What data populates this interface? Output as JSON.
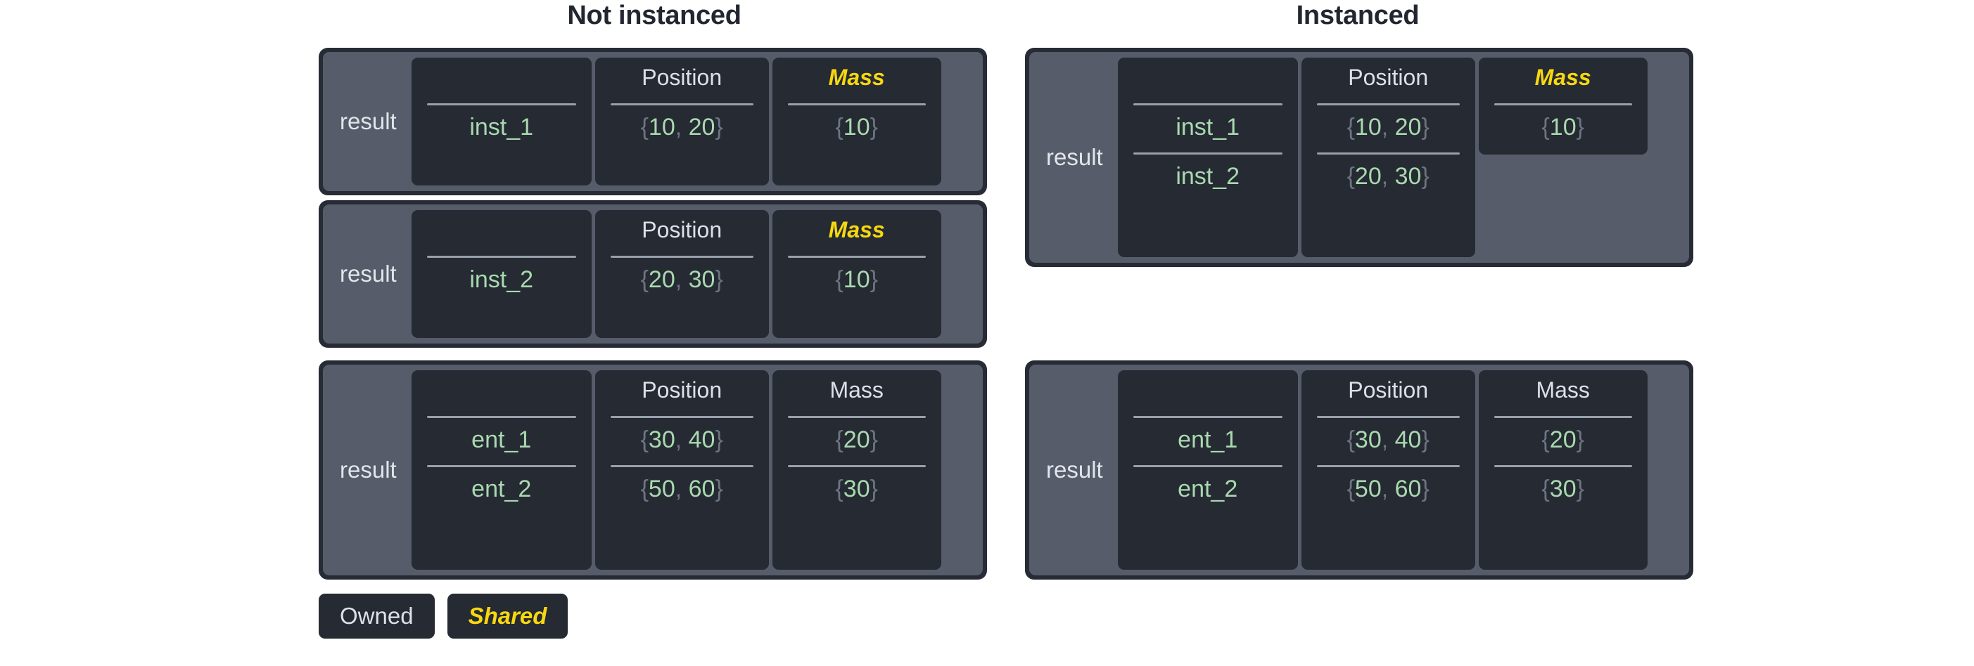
{
  "headings": {
    "left": "Not instanced",
    "right": "Instanced"
  },
  "labels": {
    "result": "result",
    "position": "Position",
    "mass": "Mass"
  },
  "legend": {
    "owned": "Owned",
    "shared": "Shared"
  },
  "colors": {
    "card_border": "#272b36",
    "card_body": "#565c6a",
    "panel": "#252a33",
    "value_green": "#a9d9af",
    "brace_gray": "#6d7481",
    "header_gray": "#dde0e6",
    "shared_yellow": "#f7d80f",
    "title_navy": "#222630",
    "page_background": "#ffffff"
  },
  "cards": {
    "ni_1": {
      "result": "result",
      "headers": {
        "name": "",
        "position": "Position",
        "mass": "Mass"
      },
      "mass_shared": true,
      "rows": [
        {
          "name": "inst_1",
          "position": "{10, 20}",
          "mass": "{10}"
        }
      ]
    },
    "ni_2": {
      "result": "result",
      "headers": {
        "name": "",
        "position": "Position",
        "mass": "Mass"
      },
      "mass_shared": true,
      "rows": [
        {
          "name": "inst_2",
          "position": "{20, 30}",
          "mass": "{10}"
        }
      ]
    },
    "ni_3": {
      "result": "result",
      "headers": {
        "name": "",
        "position": "Position",
        "mass": "Mass"
      },
      "mass_shared": false,
      "rows": [
        {
          "name": "ent_1",
          "position": "{30, 40}",
          "mass": "{20}"
        },
        {
          "name": "ent_2",
          "position": "{50, 60}",
          "mass": "{30}"
        }
      ]
    },
    "i_1": {
      "result": "result",
      "headers": {
        "name": "",
        "position": "Position",
        "mass": "Mass"
      },
      "mass_shared": true,
      "rows": [
        {
          "name": "inst_1",
          "position": "{10, 20}",
          "mass": "{10}"
        },
        {
          "name": "inst_2",
          "position": "{20, 30}",
          "mass": null
        }
      ]
    },
    "i_2": {
      "result": "result",
      "headers": {
        "name": "",
        "position": "Position",
        "mass": "Mass"
      },
      "mass_shared": false,
      "rows": [
        {
          "name": "ent_1",
          "position": "{30, 40}",
          "mass": "{20}"
        },
        {
          "name": "ent_2",
          "position": "{50, 60}",
          "mass": "{30}"
        }
      ]
    }
  }
}
